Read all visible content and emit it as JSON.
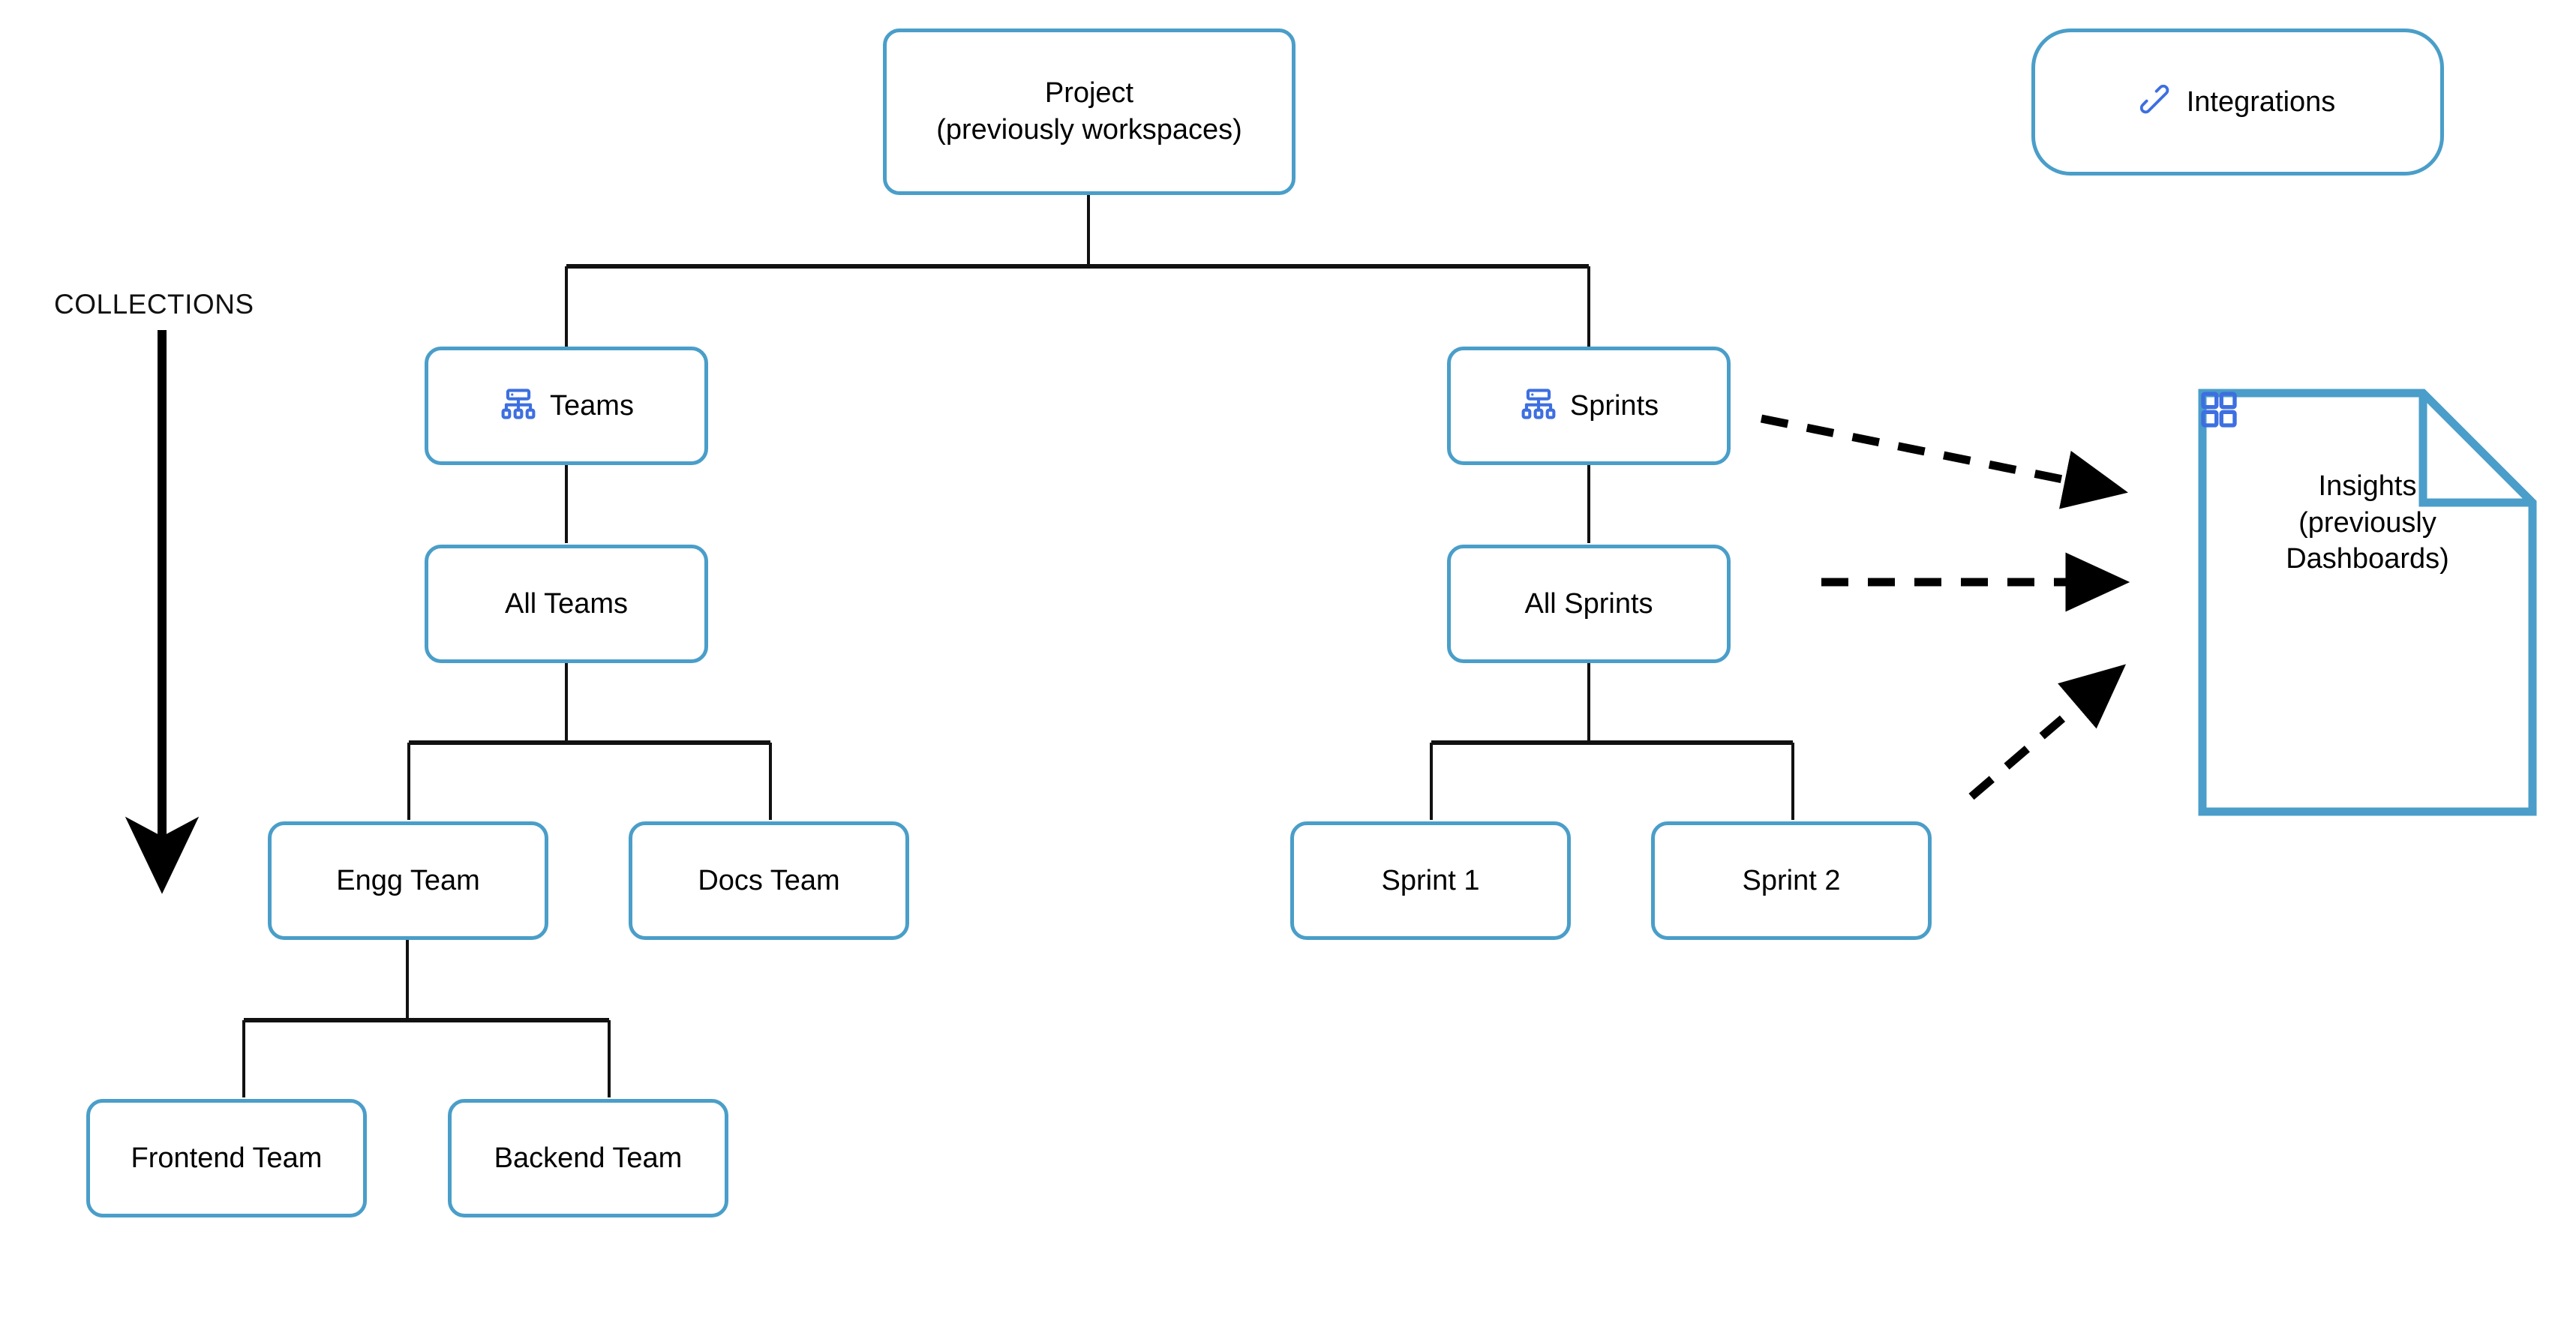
{
  "diagram": {
    "title_label": "COLLECTIONS",
    "colors": {
      "node_border": "#4a9ec9",
      "icon_blue": "#3d6fe0",
      "connector": "#000000",
      "text": "#000000",
      "background": "#ffffff"
    },
    "nodes": {
      "project": {
        "label": "Project\n(previously workspaces)"
      },
      "integrations": {
        "label": "Integrations",
        "icon": "plug-connector-icon"
      },
      "teams": {
        "label": "Teams",
        "icon": "hierarchy-icon"
      },
      "sprints": {
        "label": "Sprints",
        "icon": "hierarchy-icon"
      },
      "all_teams": {
        "label": "All Teams"
      },
      "all_sprints": {
        "label": "All Sprints"
      },
      "engg_team": {
        "label": "Engg Team"
      },
      "docs_team": {
        "label": "Docs Team"
      },
      "sprint_1": {
        "label": "Sprint 1"
      },
      "sprint_2": {
        "label": "Sprint 2"
      },
      "frontend_team": {
        "label": "Frontend Team"
      },
      "backend_team": {
        "label": "Backend Team"
      },
      "insights": {
        "label": "Insights\n(previously\nDashboards)",
        "icon": "dashboard-grid-icon"
      }
    },
    "edges": [
      {
        "from": "project",
        "to": "teams",
        "style": "solid"
      },
      {
        "from": "project",
        "to": "sprints",
        "style": "solid"
      },
      {
        "from": "teams",
        "to": "all_teams",
        "style": "solid"
      },
      {
        "from": "all_teams",
        "to": "engg_team",
        "style": "solid"
      },
      {
        "from": "all_teams",
        "to": "docs_team",
        "style": "solid"
      },
      {
        "from": "engg_team",
        "to": "frontend_team",
        "style": "solid"
      },
      {
        "from": "engg_team",
        "to": "backend_team",
        "style": "solid"
      },
      {
        "from": "sprints",
        "to": "all_sprints",
        "style": "solid"
      },
      {
        "from": "all_sprints",
        "to": "sprint_1",
        "style": "solid"
      },
      {
        "from": "all_sprints",
        "to": "sprint_2",
        "style": "solid"
      },
      {
        "from": "sprints",
        "to": "insights",
        "style": "dashed-arrow"
      },
      {
        "from": "all_sprints",
        "to": "insights",
        "style": "dashed-arrow"
      },
      {
        "from": "sprint_2",
        "to": "insights",
        "style": "dashed-arrow"
      }
    ],
    "collections_arrow": {
      "direction": "down",
      "from_label": "COLLECTIONS"
    }
  }
}
